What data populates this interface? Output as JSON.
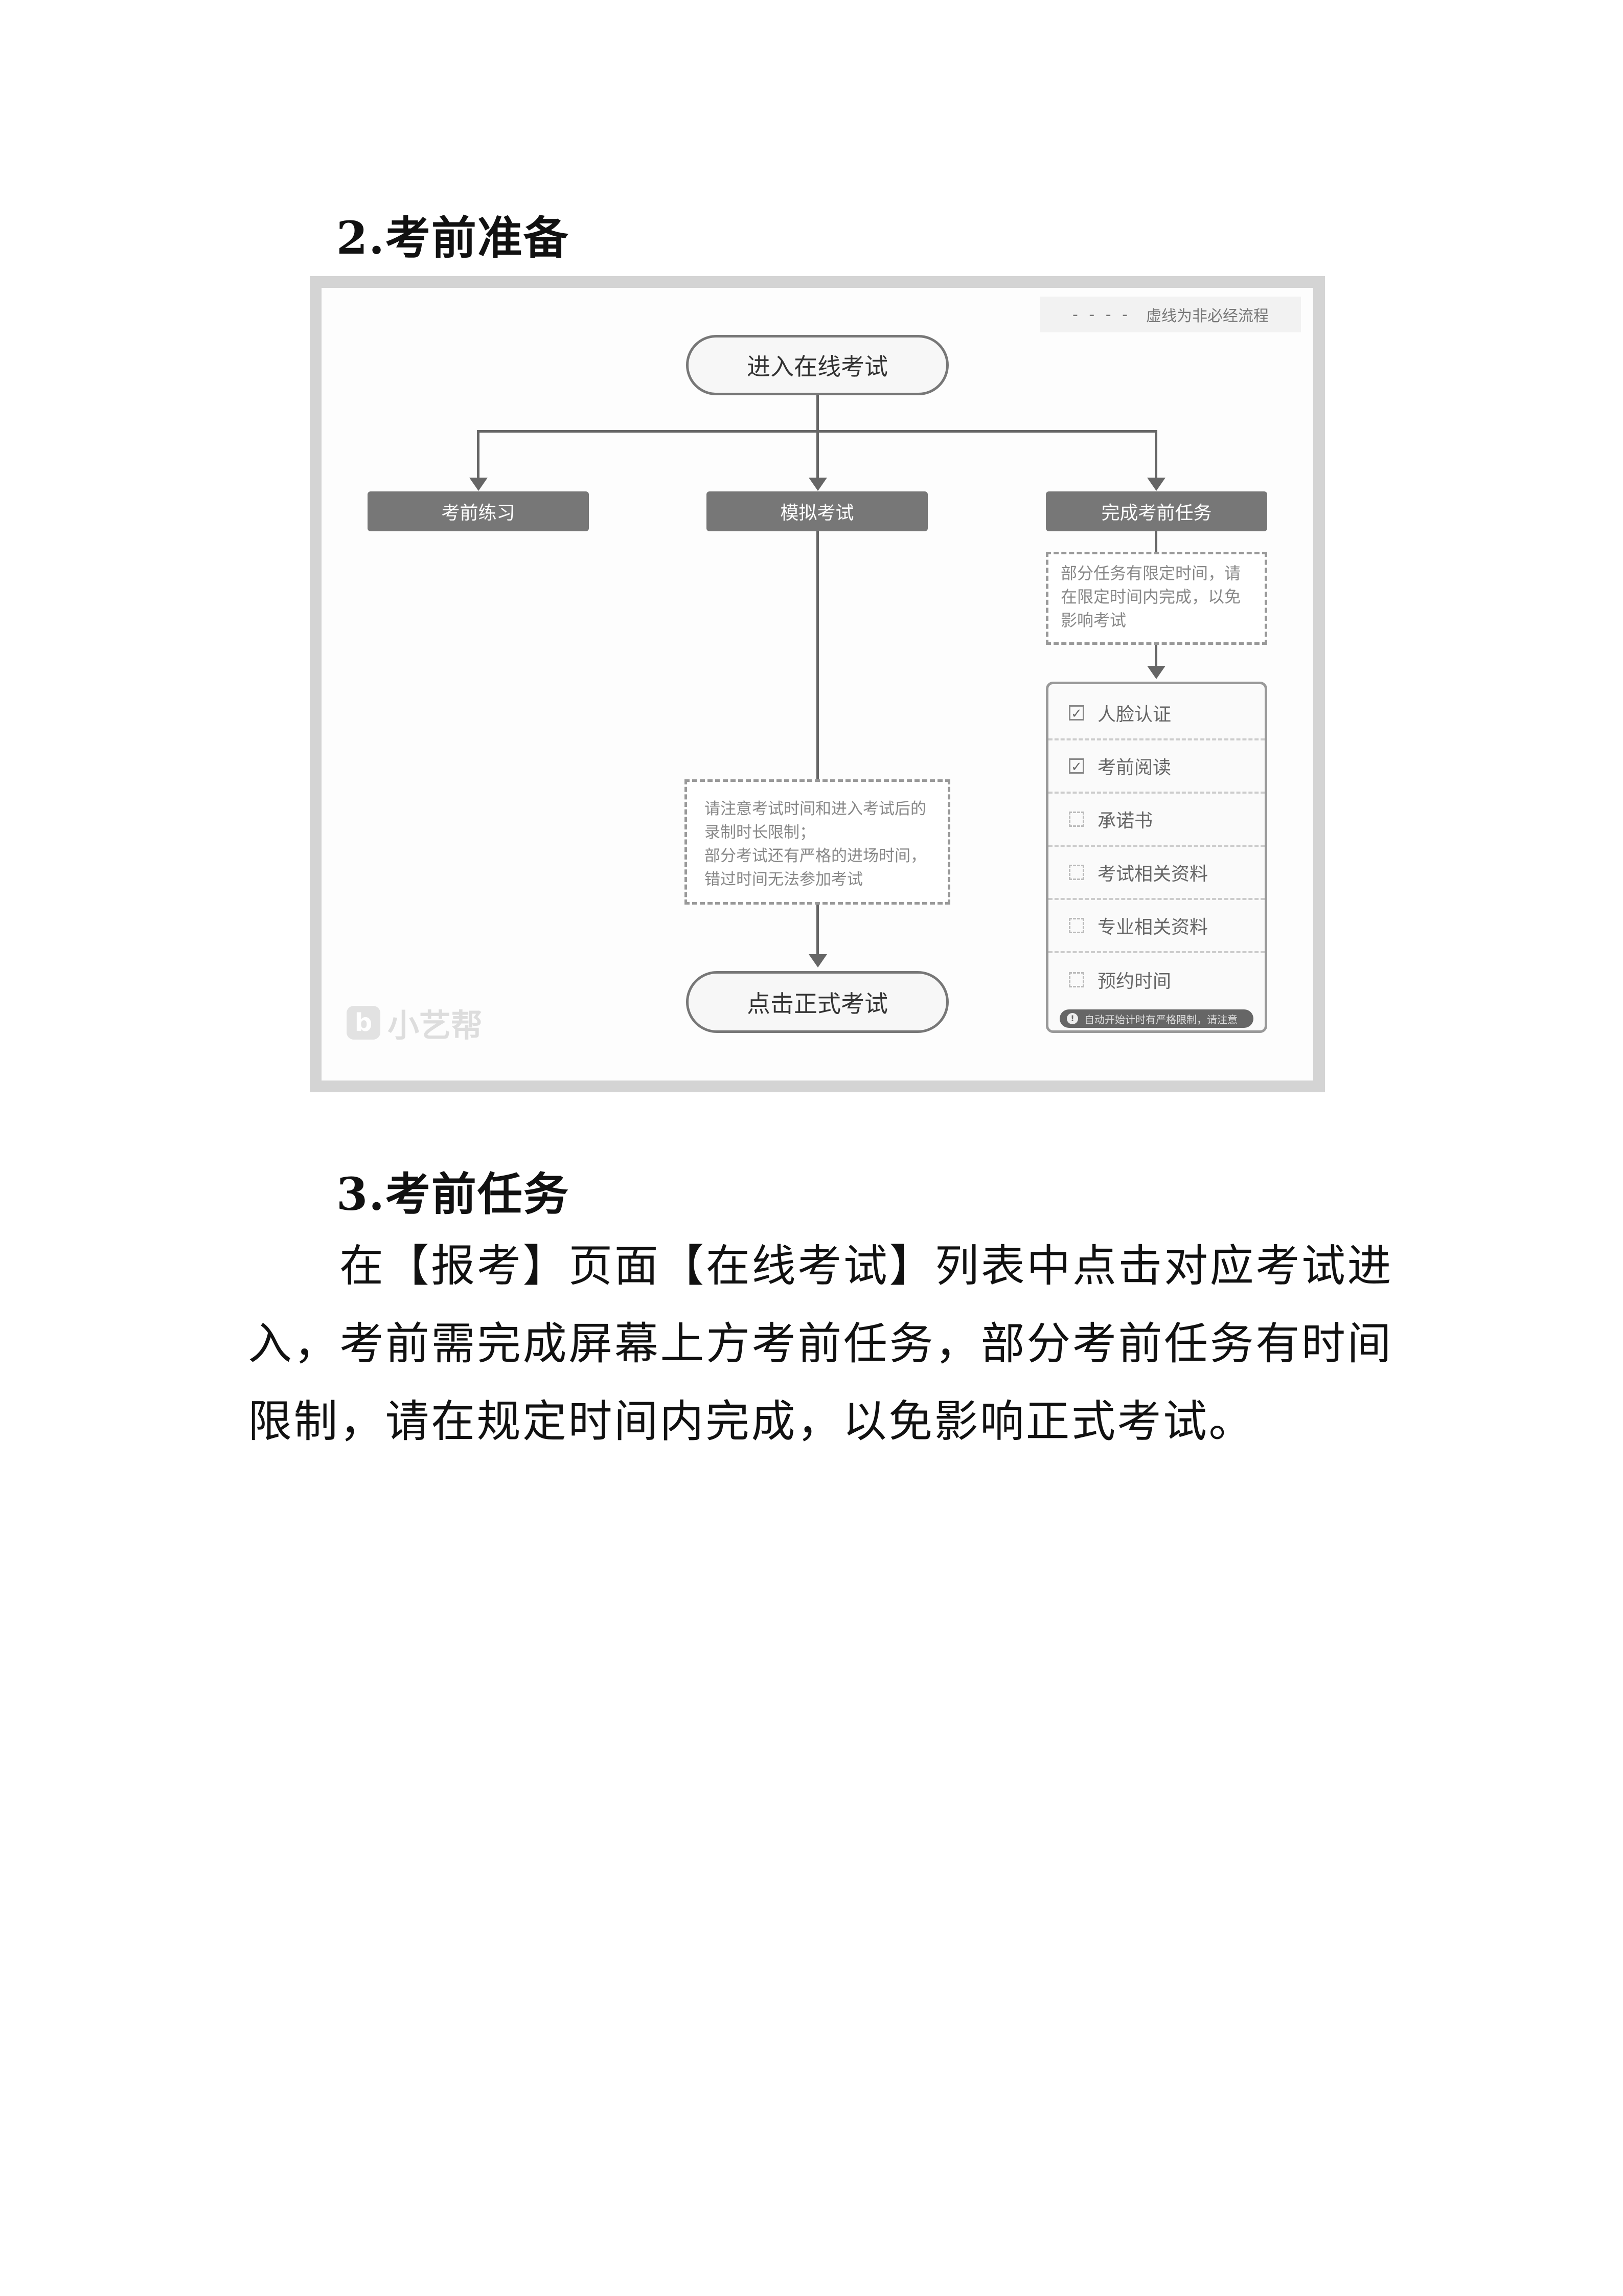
{
  "section2": {
    "heading": "2.考前准备"
  },
  "diagram": {
    "legend": {
      "dash": "- - - -",
      "label": "虚线为非必经流程"
    },
    "start": "进入在线考试",
    "branches": [
      "考前练习",
      "模拟考试",
      "完成考前任务"
    ],
    "task_note": "部分任务有限定时间，请在限定时间内完成，以免影响考试",
    "checklist": [
      {
        "label": "人脸认证",
        "checked": true
      },
      {
        "label": "考前阅读",
        "checked": true
      },
      {
        "label": "承诺书",
        "checked": false
      },
      {
        "label": "考试相关资料",
        "checked": false
      },
      {
        "label": "专业相关资料",
        "checked": false
      },
      {
        "label": "预约时间",
        "checked": false
      }
    ],
    "checklist_notice": "自动开始计时有严格限制，请注意",
    "exam_note_lines": [
      "请注意考试时间和进入考试后的",
      "录制时长限制；",
      "部分考试还有严格的进场时间，",
      "错过时间无法参加考试"
    ],
    "end": "点击正式考试",
    "logo_text": "小艺帮"
  },
  "section3": {
    "heading": "3.考前任务",
    "paragraph": "在【报考】页面【在线考试】列表中点击对应考试进入，考前需完成屏幕上方考前任务，部分考前任务有时间限制，请在规定时间内完成，以免影响正式考试。"
  }
}
